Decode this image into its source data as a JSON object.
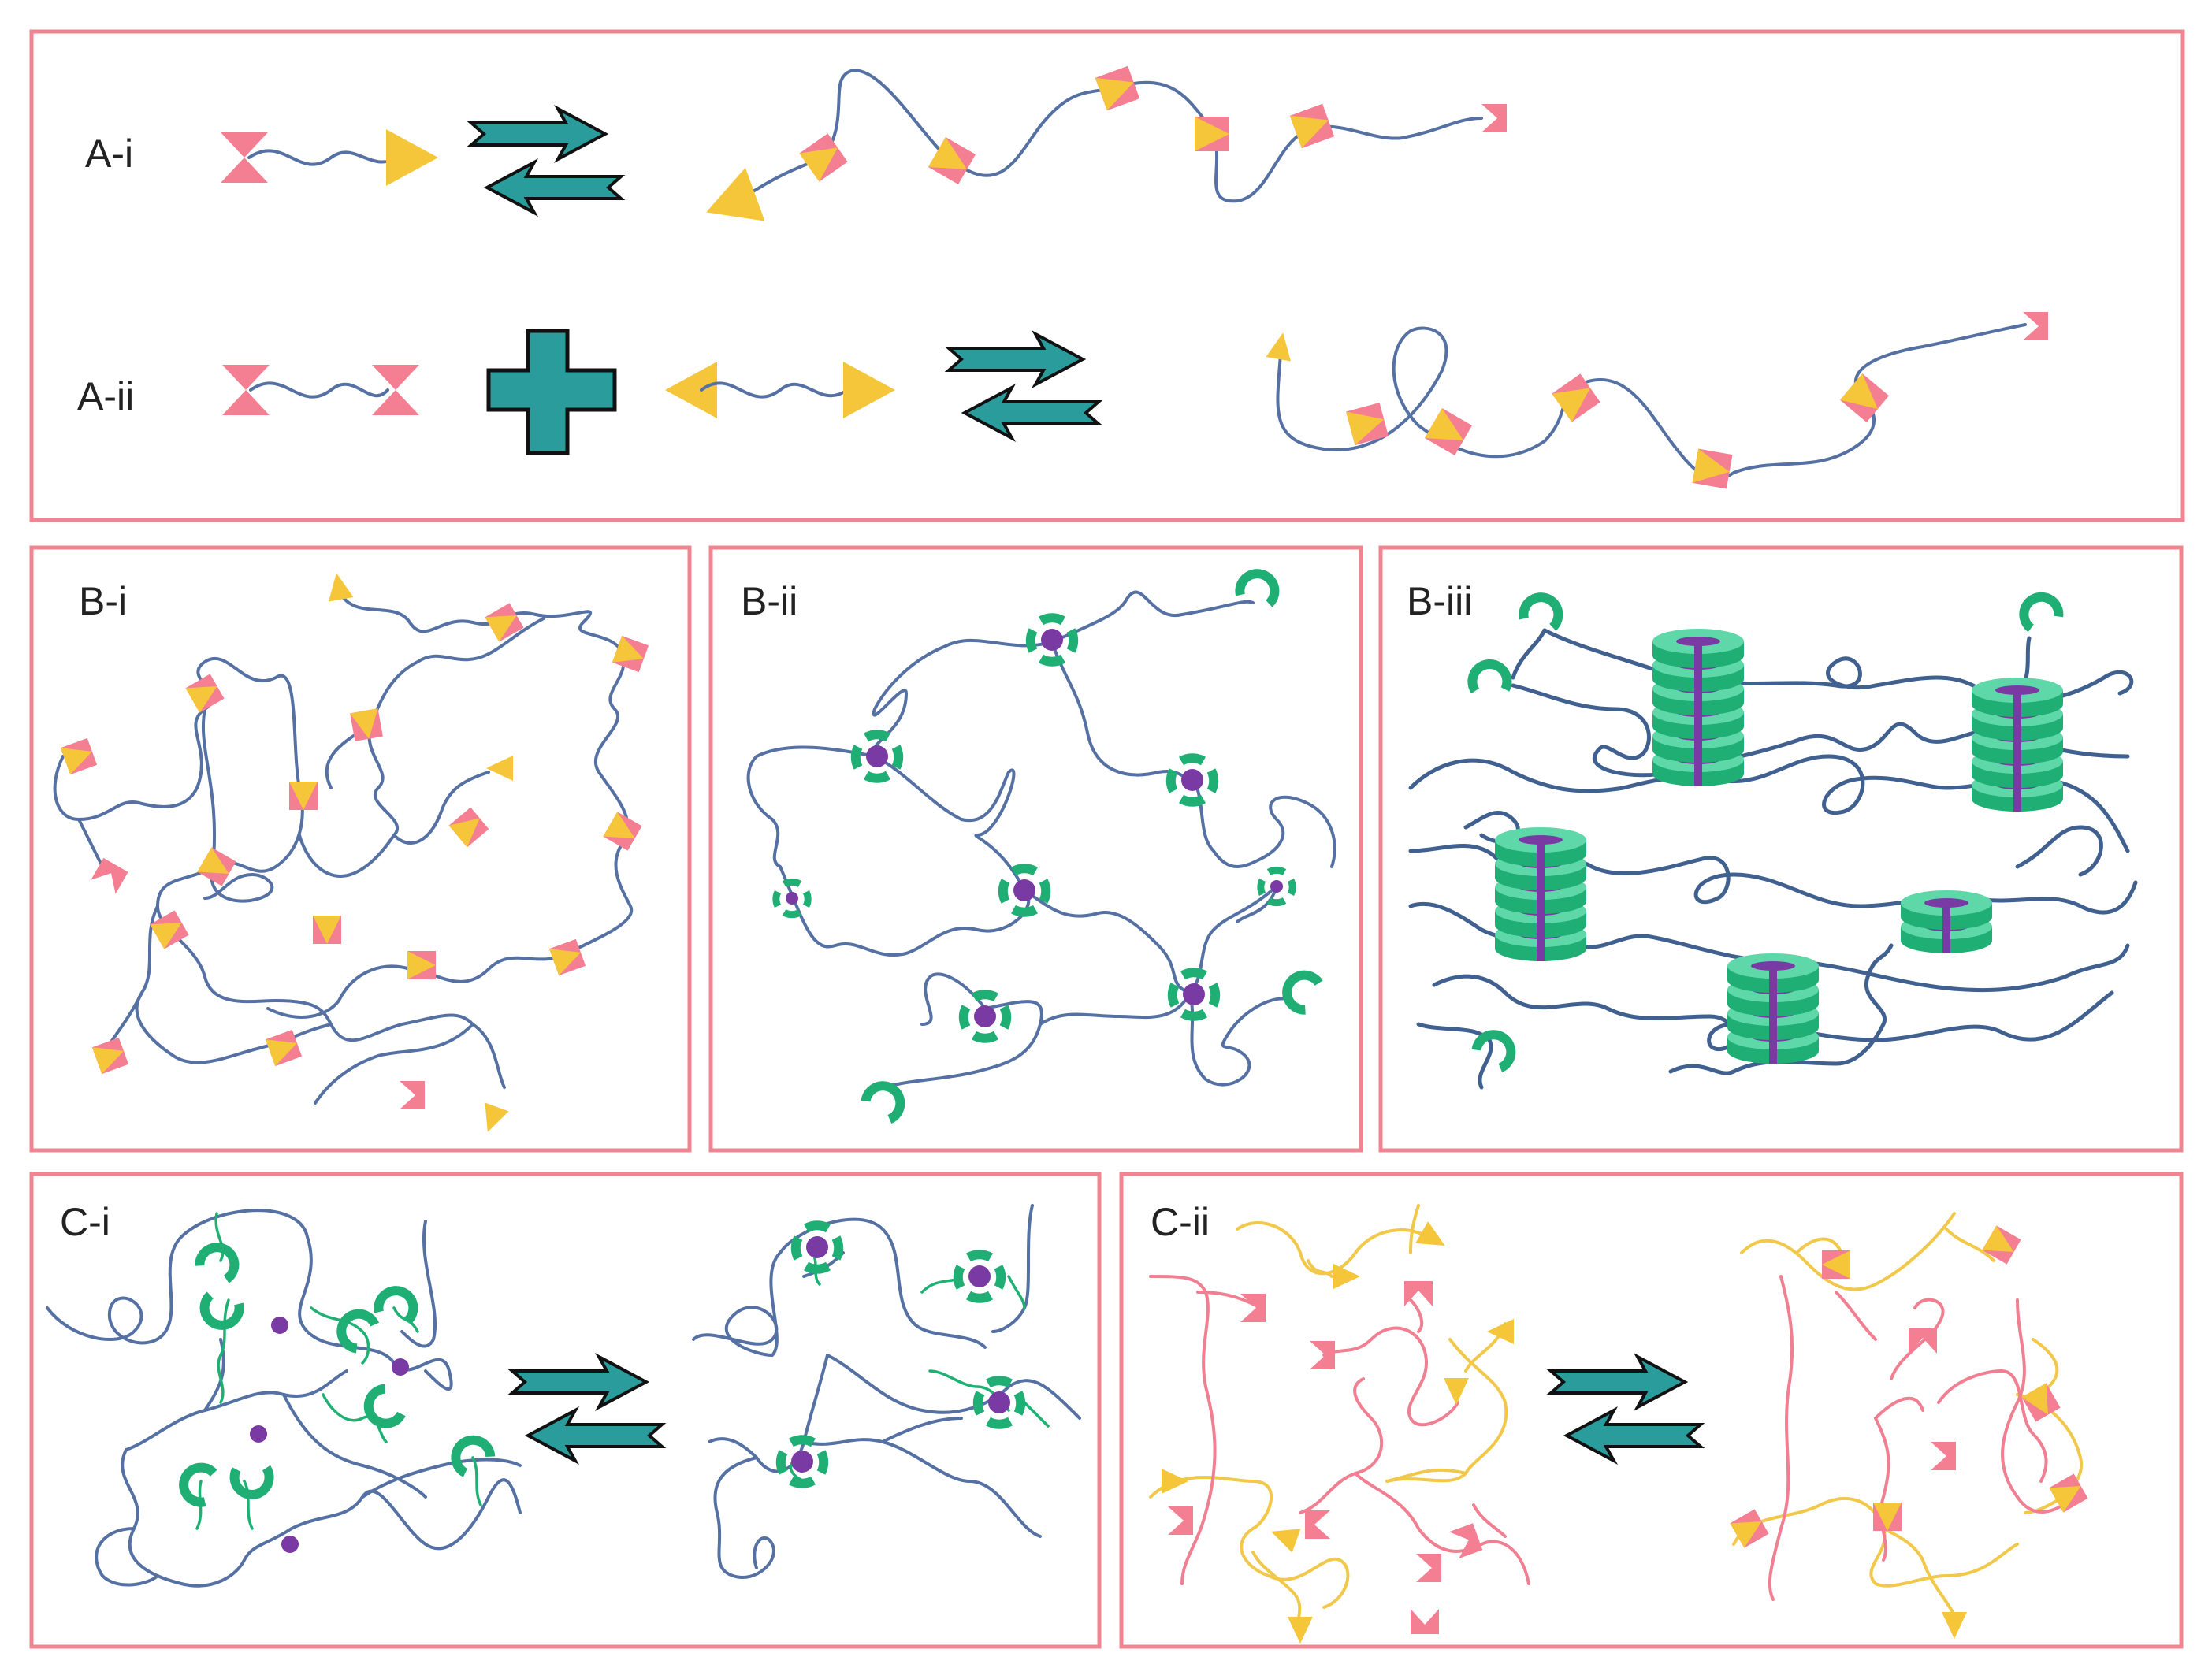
{
  "panels": {
    "a_i": {
      "label": "A-i"
    },
    "a_ii": {
      "label": "A-ii"
    },
    "b_i": {
      "label": "B-i"
    },
    "b_ii": {
      "label": "B-ii"
    },
    "b_iii": {
      "label": "B-iii"
    },
    "c_i": {
      "label": "C-i"
    },
    "c_ii": {
      "label": "C-ii"
    }
  },
  "colors": {
    "frame": "#f08592",
    "chain": "#5570a3",
    "host_green": "#1fae73",
    "guest_purple": "#7a3aa3",
    "end_group_pink": "#f47f93",
    "end_group_yellow": "#f5c53a",
    "arrow_teal": "#2a9c9c"
  },
  "icons": {
    "equilibrium": "double-arrow-equilibrium-icon",
    "plus": "plus-icon",
    "host": "macrocycle-host-icon",
    "guest": "guest-dot-icon",
    "stack": "stacked-disc-icon"
  }
}
